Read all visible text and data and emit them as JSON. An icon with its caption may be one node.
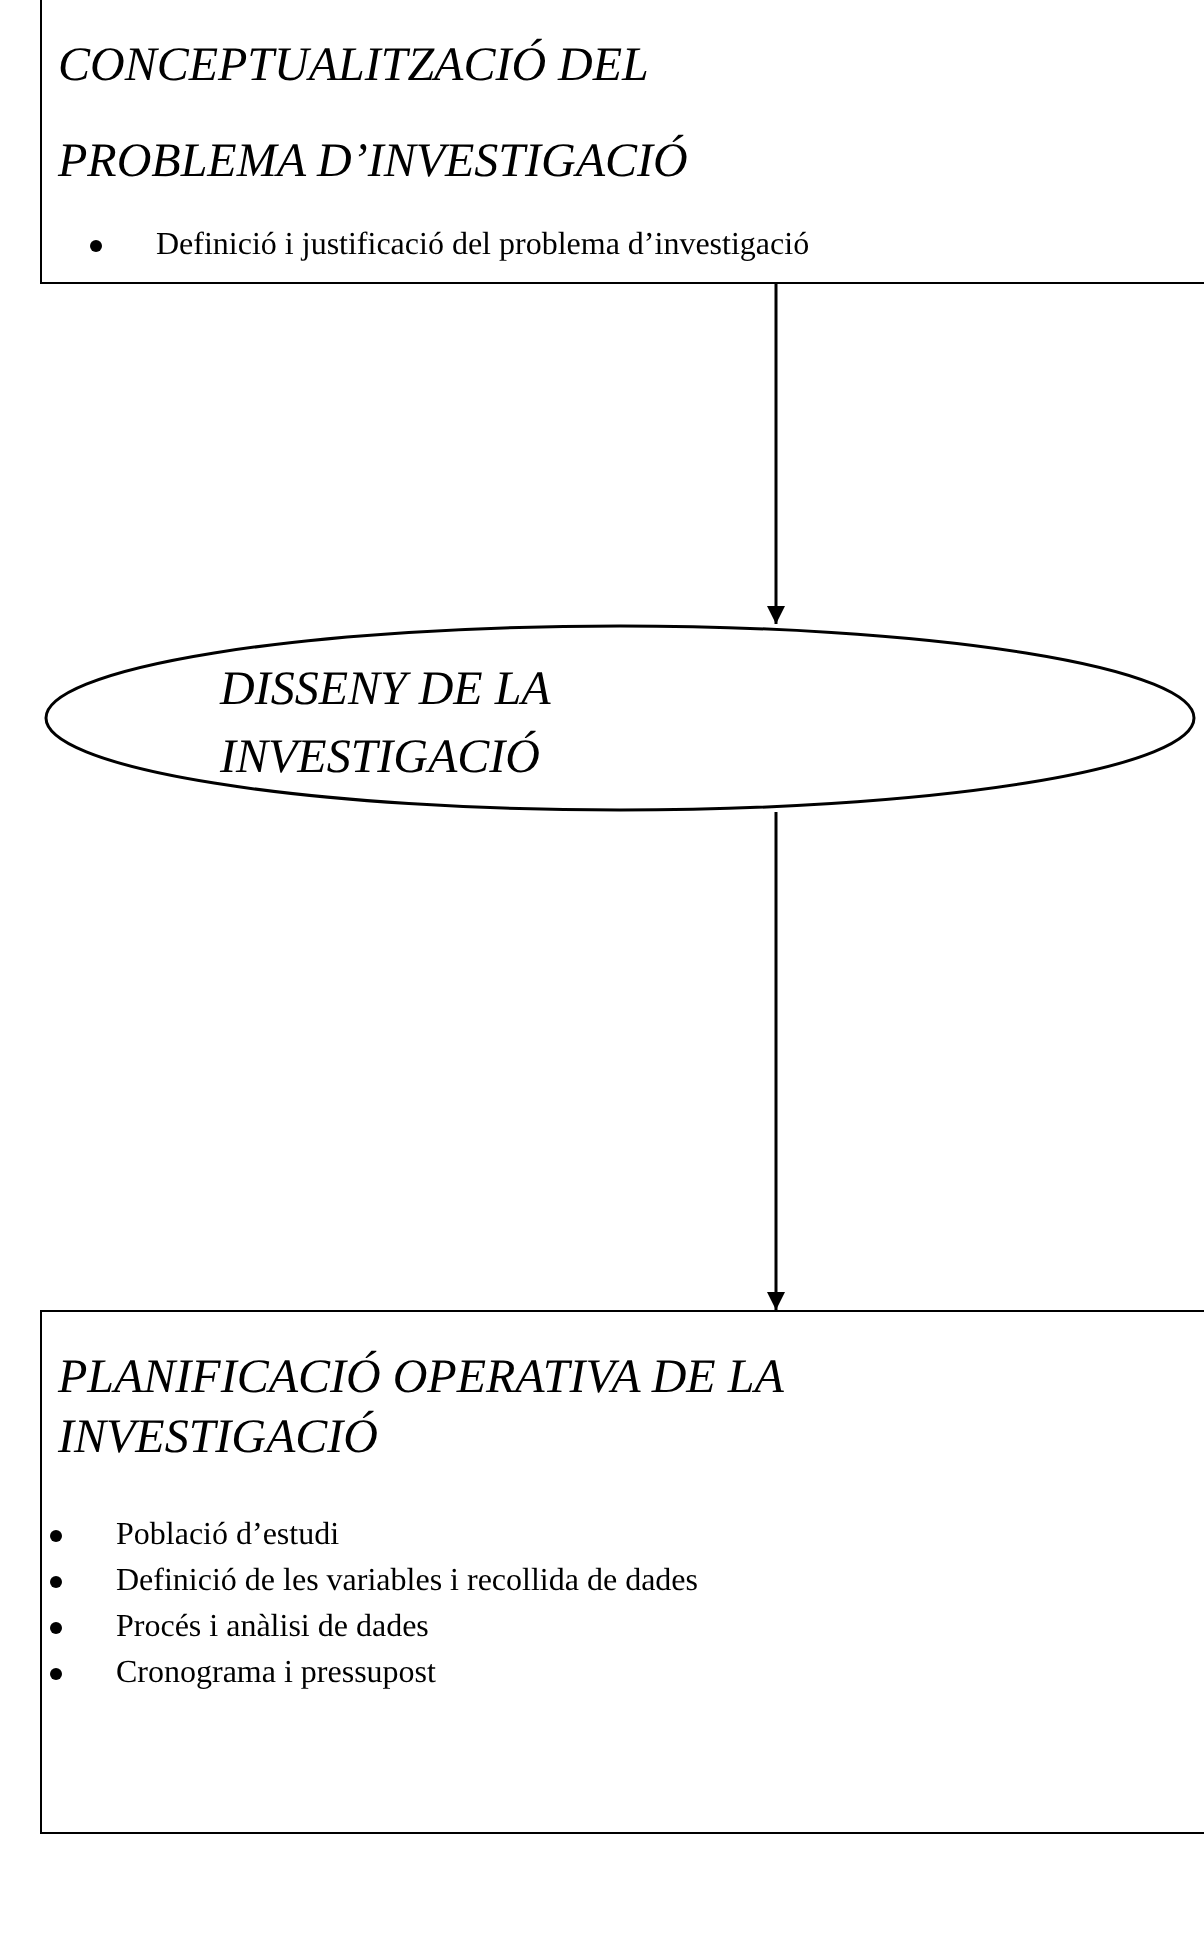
{
  "diagram": {
    "nodes": [
      {
        "text": [
          "CONCEPTUALITZACIÓ DEL PROBLEMA D’INVESTIGACIÓ",
          "Definició i justificació del problema d’investigació"
        ]
      },
      {
        "text": [
          "DISSENY DE LA INVESTIGACIÓ"
        ]
      },
      {
        "text": [
          "PLANIFICACIÓ OPERATIVA DE LA INVESTIGACIÓ",
          "Població d’estudi",
          "Definició de les variables i recollida de dades",
          "Procés i anàlisi de dades",
          "Cronograma i pressupost"
        ]
      }
    ],
    "edges": [
      {
        "from": 0,
        "to": 1,
        "arrow": "to"
      },
      {
        "from": 1,
        "to": 2,
        "arrow": "to"
      }
    ]
  }
}
